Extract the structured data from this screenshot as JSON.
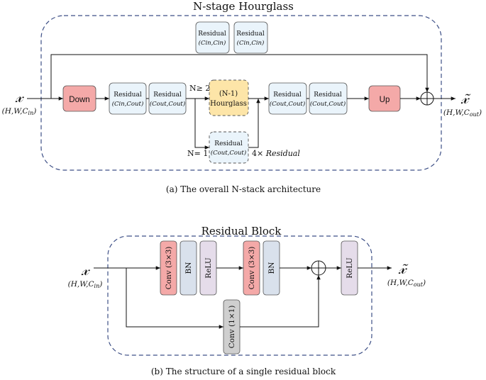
{
  "top": {
    "title": "N-stage Hourglass",
    "input_symbol": "𝓍",
    "input_shape": "(H,W,C",
    "input_shape_sub": "in",
    "output_symbol": "𝓍̃",
    "output_shape": "(H,W,C",
    "output_shape_sub": "out",
    "down": "Down",
    "up": "Up",
    "skip_res1_title": "Residual",
    "skip_res1_params": "(Cin,Cin)",
    "skip_res2_title": "Residual",
    "skip_res2_params": "(Cin,Cin)",
    "res_a_title": "Residual",
    "res_a_params": "(Cin,Cout)",
    "res_b_title": "Residual",
    "res_b_params": "(Cout,Cout)",
    "hourglass_line1": "(N-1)",
    "hourglass_line2": "Hourglass",
    "res_c_title": "Residual",
    "res_c_params": "(Cout,Cout)",
    "res_d_title": "Residual",
    "res_d_params": "(Cout,Cout)",
    "res_e_title": "Residual",
    "res_e_params": "(Cout,Cout)",
    "cond_ge2": "N≥ 2",
    "cond_eq1": "N= 1",
    "repeat_note": "4× Residual",
    "caption": "(a)  The overall N-stack architecture"
  },
  "bottom": {
    "title": "Residual Block",
    "input_symbol": "𝓍",
    "input_shape": "(H,W,C",
    "input_shape_sub": "in",
    "output_symbol": "𝓍̃",
    "output_shape": "(H,W,C",
    "output_shape_sub": "out",
    "conv1": "Conv (3×3)",
    "bn1": "BN",
    "relu1": "ReLU",
    "conv2": "Conv (3×3)",
    "bn2": "BN",
    "relu2": "ReLU",
    "conv_skip": "Conv (1×1)",
    "caption": "(b)  The structure of a single residual block"
  },
  "colors": {
    "frame": "#3d4f86",
    "down_up_fill": "#f4a9a8",
    "residual_fill": "#eaf4fb",
    "hourglass_fill": "#fde5a8",
    "conv_fill": "#f4a9a8",
    "bn_fill": "#d9e1ec",
    "relu_fill": "#e5dcea",
    "conv_skip_fill": "#cfcfcf"
  }
}
